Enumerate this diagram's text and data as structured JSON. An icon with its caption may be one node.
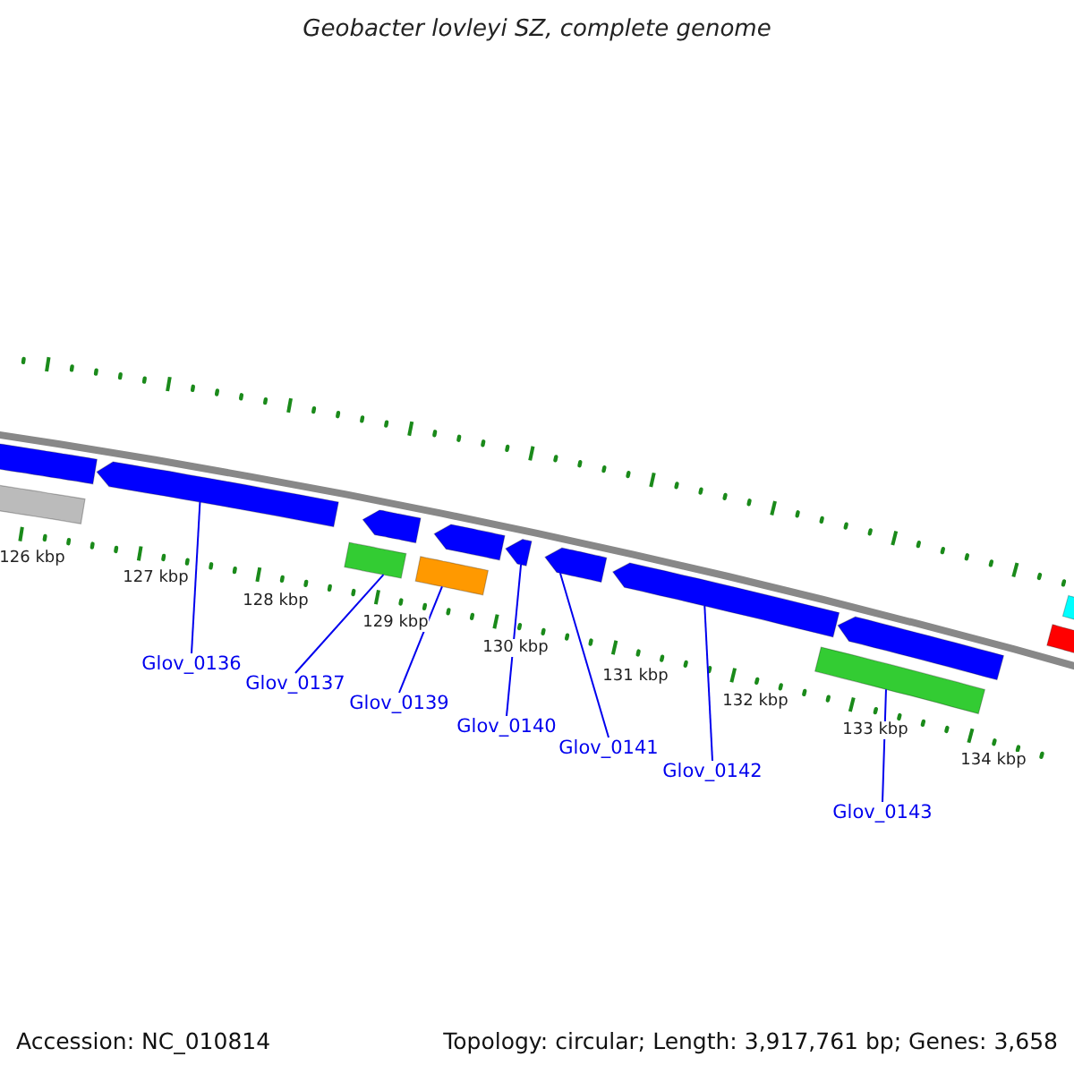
{
  "diagram": {
    "title": "Geobacter lovleyi SZ, complete genome",
    "nodes": [
      {
        "text": [],
        "shape": "arrow"
      },
      {
        "text": [],
        "shape": "bar"
      },
      {
        "text": [],
        "shape": "arrow"
      },
      {
        "text": [],
        "shape": "arrow"
      },
      {
        "text": [],
        "shape": "bar"
      },
      {
        "text": [],
        "shape": "arrow"
      },
      {
        "text": [],
        "shape": "bar"
      },
      {
        "text": [],
        "shape": "arrow"
      },
      {
        "text": [],
        "shape": "arrow"
      },
      {
        "text": [],
        "shape": "arrow"
      },
      {
        "text": [],
        "shape": "arrow"
      },
      {
        "text": [],
        "shape": "bar"
      },
      {
        "text": [],
        "shape": "bar"
      },
      {
        "text": [],
        "shape": "bar"
      },
      {
        "text": [
          "Glov_0136"
        ]
      },
      {
        "text": [
          "Glov_0137"
        ]
      },
      {
        "text": [
          "Glov_0139"
        ]
      },
      {
        "text": [
          "Glov_0140"
        ]
      },
      {
        "text": [
          "Glov_0141"
        ]
      },
      {
        "text": [
          "Glov_0142"
        ]
      },
      {
        "text": [
          "Glov_0143"
        ]
      }
    ],
    "edges": [
      {
        "from": 14,
        "to": 2,
        "arrow": "none"
      },
      {
        "from": 15,
        "to": 4,
        "arrow": "none"
      },
      {
        "from": 16,
        "to": 6,
        "arrow": "none"
      },
      {
        "from": 17,
        "to": 7,
        "arrow": "none"
      },
      {
        "from": 18,
        "to": 8,
        "arrow": "none"
      },
      {
        "from": 19,
        "to": 9,
        "arrow": "none"
      },
      {
        "from": 20,
        "to": 11,
        "arrow": "none"
      }
    ],
    "labels": [
      "126 kbp",
      "127 kbp",
      "128 kbp",
      "129 kbp",
      "130 kbp",
      "131 kbp",
      "132 kbp",
      "133 kbp",
      "134 kbp",
      "Accession: NC_010814",
      "Topology: circular; Length: 3,917,761 bp; Genes: 3,658"
    ]
  }
}
